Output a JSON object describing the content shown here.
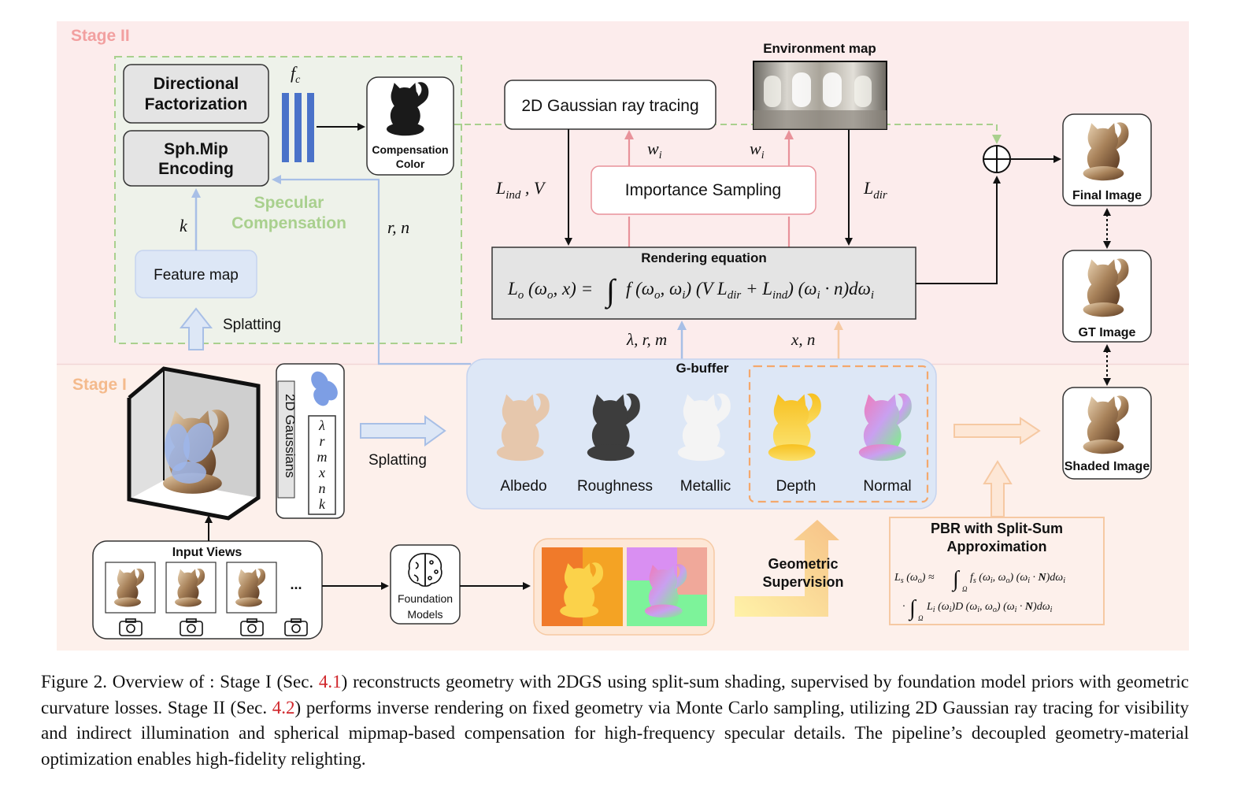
{
  "stages": {
    "stage2_label": "Stage II",
    "stage1_label": "Stage I"
  },
  "specular": {
    "directional_factorization": [
      "Directional",
      "Factorization"
    ],
    "sph_mip_encoding": [
      "Sph.Mip",
      "Encoding"
    ],
    "fc_symbol": "f",
    "fc_subscript": "c",
    "compensation_color": [
      "Compensation",
      "Color"
    ],
    "title": [
      "Specular",
      "Compensation"
    ],
    "k_label": "k",
    "feature_map": "Feature map",
    "splatting": "Splatting"
  },
  "rendering": {
    "gaussian_ray_tracing": "2D Gaussian ray tracing",
    "environment_map": "Environment map",
    "importance_sampling": "Importance Sampling",
    "wi_label": "w",
    "wi_subscript": "i",
    "l_ind_v": "L",
    "l_ind_sub": "ind",
    "l_ind_tail": " , V",
    "l_dir": "L",
    "l_dir_sub": "dir",
    "rn_label": "r, n",
    "equation_title": "Rendering equation",
    "lambda_r_m": "λ, r, m",
    "x_n": "x, n"
  },
  "outputs": {
    "final_image": "Final Image",
    "gt_image": "GT Image",
    "shaded_image": "Shaded Image"
  },
  "stage1": {
    "gaussians_label": "2D Gaussians",
    "attributes": [
      "λ",
      "r",
      "m",
      "x",
      "n",
      "k"
    ],
    "splatting": "Splatting",
    "gbuffer_title": "G-buffer",
    "gbuffer_maps": [
      "Albedo",
      "Roughness",
      "Metallic",
      "Depth",
      "Normal"
    ],
    "input_views": "Input Views",
    "ellipsis": "...",
    "foundation_models": [
      "Foundation",
      "Models"
    ],
    "geometric_supervision": [
      "Geometric",
      "Supervision"
    ],
    "pbr_title": [
      "PBR with Split-Sum",
      "Approximation"
    ]
  },
  "caption": {
    "p1": "Figure 2. Overview of : Stage I (Sec. ",
    "ref1": "4.1",
    "p2": ") reconstructs geometry with 2DGS using split-sum shading, supervised by foundation model priors with geometric curvature losses. Stage II (Sec. ",
    "ref2": "4.2",
    "p3": ") performs inverse rendering on fixed geometry via Monte Carlo sampling, utilizing 2D Gaussian ray tracing for visibility and indirect illumination and spherical mipmap-based compensation for high-frequency specular details. The pipeline’s decoupled geometry-material optimization enables high-fidelity relighting."
  },
  "colors": {
    "stage2_bg": "#fcecec",
    "stage1_bg": "#fdf0eb",
    "spec_box_bg": "#eef2ea",
    "gbuffer_bg": "#dde7f6",
    "blue_arrow": "#a8bfe6",
    "orange_arrow": "#f6c9a3",
    "pink_arrow": "#e8929a",
    "green_dash": "#a9d08e",
    "stage_label": "#f2a0a0"
  }
}
